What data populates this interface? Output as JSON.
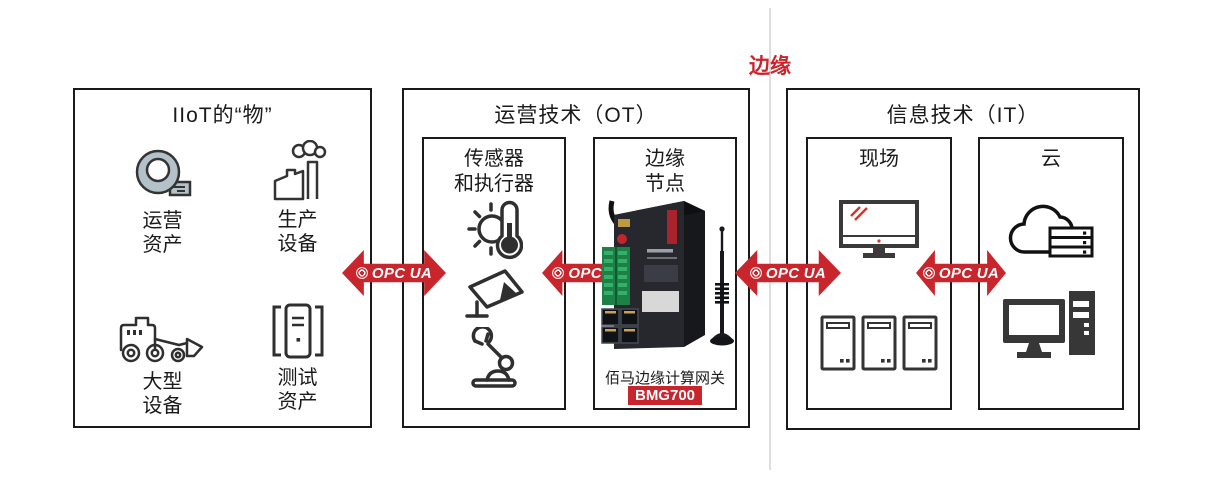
{
  "edge_label": "边缘",
  "arrows": {
    "label": "OPC UA"
  },
  "things": {
    "title": "IIoT的“物”",
    "items": [
      {
        "icon": "blower-icon",
        "label": "运营\n资产"
      },
      {
        "icon": "factory-icon",
        "label": "生产\n设备"
      },
      {
        "icon": "loader-icon",
        "label": "大型\n设备"
      },
      {
        "icon": "test-server-icon",
        "label": "测试\n资产"
      }
    ]
  },
  "ot": {
    "title": "运营技术（OT）",
    "sensors_title": "传感器\n和执行器",
    "edge_node_title": "边缘\n节点",
    "device_caption": "佰马边缘计算网关",
    "device_model": "BMG700"
  },
  "it": {
    "title": "信息技术（IT）",
    "field_title": "现场",
    "cloud_title": "云"
  },
  "colors": {
    "accent_red": "#c9252c",
    "icon_dark": "#2f2f2f",
    "blower_fill": "#b3c2c9",
    "divider_gray": "#dedede"
  }
}
